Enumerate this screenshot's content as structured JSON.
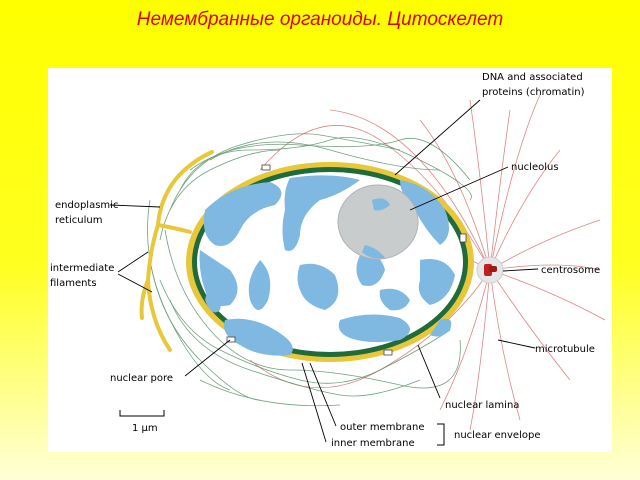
{
  "slide": {
    "title": "Немембранные органоиды. Цитоскелет"
  },
  "diagram": {
    "labels": {
      "dna_line1": "DNA and associated",
      "dna_line2": "proteins (chromatin)",
      "nucleolus": "nucleolus",
      "er_line1": "endoplasmic",
      "er_line2": "reticulum",
      "if_line1": "intermediate",
      "if_line2": "filaments",
      "centrosome": "centrosome",
      "microtubule": "microtubule",
      "nuclear_pore": "nuclear pore",
      "nuclear_lamina": "nuclear lamina",
      "outer_membrane": "outer membrane",
      "inner_membrane": "inner membrane",
      "nuclear_envelope": "nuclear envelope",
      "scale_bar": "1 μm"
    },
    "colors": {
      "background": "#ffff00",
      "title": "#e00000",
      "membrane": "#e8c83a",
      "lamina": "#1f6b3c",
      "chromatin": "#7fb8e0",
      "nucleolus": "#c8cccc",
      "filaments": "#4e8a5f",
      "microtubules": "#d87070",
      "centrosome": "#c02020"
    }
  }
}
